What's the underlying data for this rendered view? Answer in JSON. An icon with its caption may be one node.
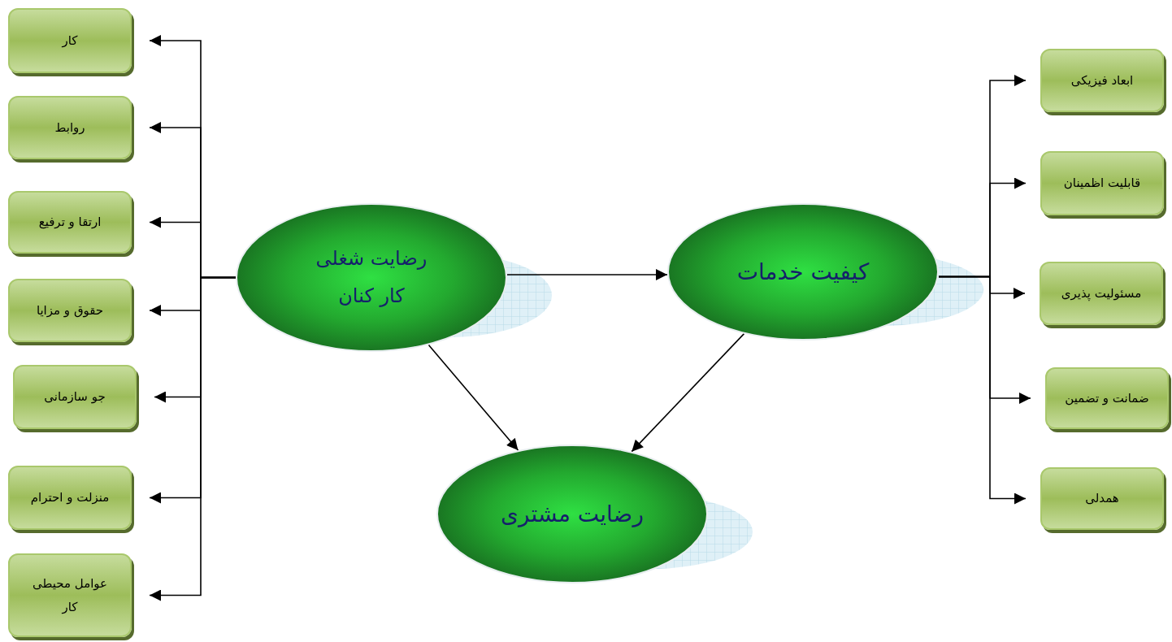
{
  "diagram": {
    "nodes": [
      {
        "text": [
          "رضایت شغلی کار کنان"
        ]
      },
      {
        "text": [
          "کیفیت خدمات"
        ]
      },
      {
        "text": [
          "رضایت مشتری"
        ]
      },
      {
        "text": [
          "کار"
        ]
      },
      {
        "text": [
          "روابط"
        ]
      },
      {
        "text": [
          "ارتقا و ترفیع"
        ]
      },
      {
        "text": [
          "حقوق و مزایا"
        ]
      },
      {
        "text": [
          "جو سازمانی"
        ]
      },
      {
        "text": [
          "منزلت و احترام"
        ]
      },
      {
        "text": [
          "عوامل محیطی کار"
        ]
      },
      {
        "text": [
          "ابعاد فیزیکی"
        ]
      },
      {
        "text": [
          "قابلیت اظمینان"
        ]
      },
      {
        "text": [
          "مسئولیت پذیری"
        ]
      },
      {
        "text": [
          "ضمانت و تضمین"
        ]
      },
      {
        "text": [
          "همدلی"
        ]
      }
    ],
    "edges": [
      {
        "from": 0,
        "to": 1,
        "arrow": "to"
      },
      {
        "from": 0,
        "to": 2,
        "arrow": "to"
      },
      {
        "from": 1,
        "to": 2,
        "arrow": "to"
      },
      {
        "from": 0,
        "to": 3,
        "arrow": "to"
      },
      {
        "from": 0,
        "to": 4,
        "arrow": "to"
      },
      {
        "from": 0,
        "to": 5,
        "arrow": "to"
      },
      {
        "from": 0,
        "to": 6,
        "arrow": "to"
      },
      {
        "from": 0,
        "to": 7,
        "arrow": "to"
      },
      {
        "from": 0,
        "to": 8,
        "arrow": "to"
      },
      {
        "from": 0,
        "to": 9,
        "arrow": "to"
      },
      {
        "from": 1,
        "to": 10,
        "arrow": "to"
      },
      {
        "from": 1,
        "to": 11,
        "arrow": "to"
      },
      {
        "from": 1,
        "to": 12,
        "arrow": "to"
      },
      {
        "from": 1,
        "to": 13,
        "arrow": "to"
      },
      {
        "from": 1,
        "to": 14,
        "arrow": "to"
      }
    ]
  }
}
